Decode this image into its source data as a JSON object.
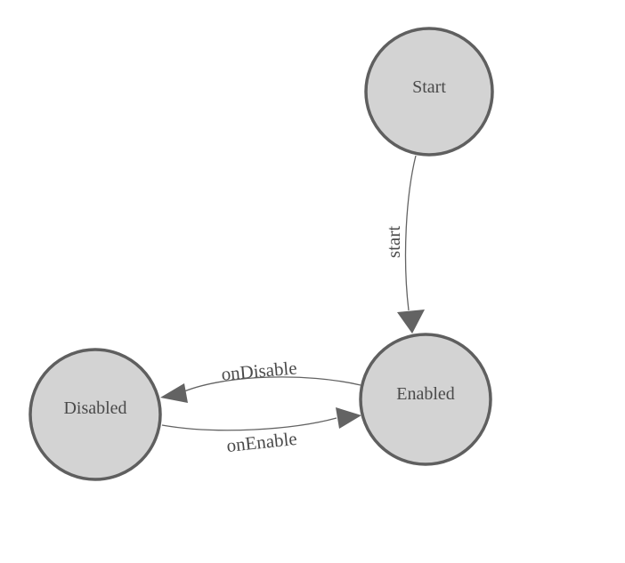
{
  "diagram": {
    "type": "state-machine",
    "colors": {
      "background": "#ffffff",
      "node_fill": "#d3d3d3",
      "node_stroke": "#5f5f5f",
      "edge_color": "#636363",
      "text_color": "#4a4a4a"
    },
    "states": [
      {
        "id": "start",
        "label": "Start"
      },
      {
        "id": "enabled",
        "label": "Enabled"
      },
      {
        "id": "disabled",
        "label": "Disabled"
      }
    ],
    "transitions": [
      {
        "id": "start-to-enabled",
        "label": "start",
        "from": "Start",
        "to": "Enabled"
      },
      {
        "id": "enabled-to-disabled",
        "label": "onDisable",
        "from": "Enabled",
        "to": "Disabled"
      },
      {
        "id": "disabled-to-enabled",
        "label": "onEnable",
        "from": "Disabled",
        "to": "Enabled"
      }
    ]
  }
}
